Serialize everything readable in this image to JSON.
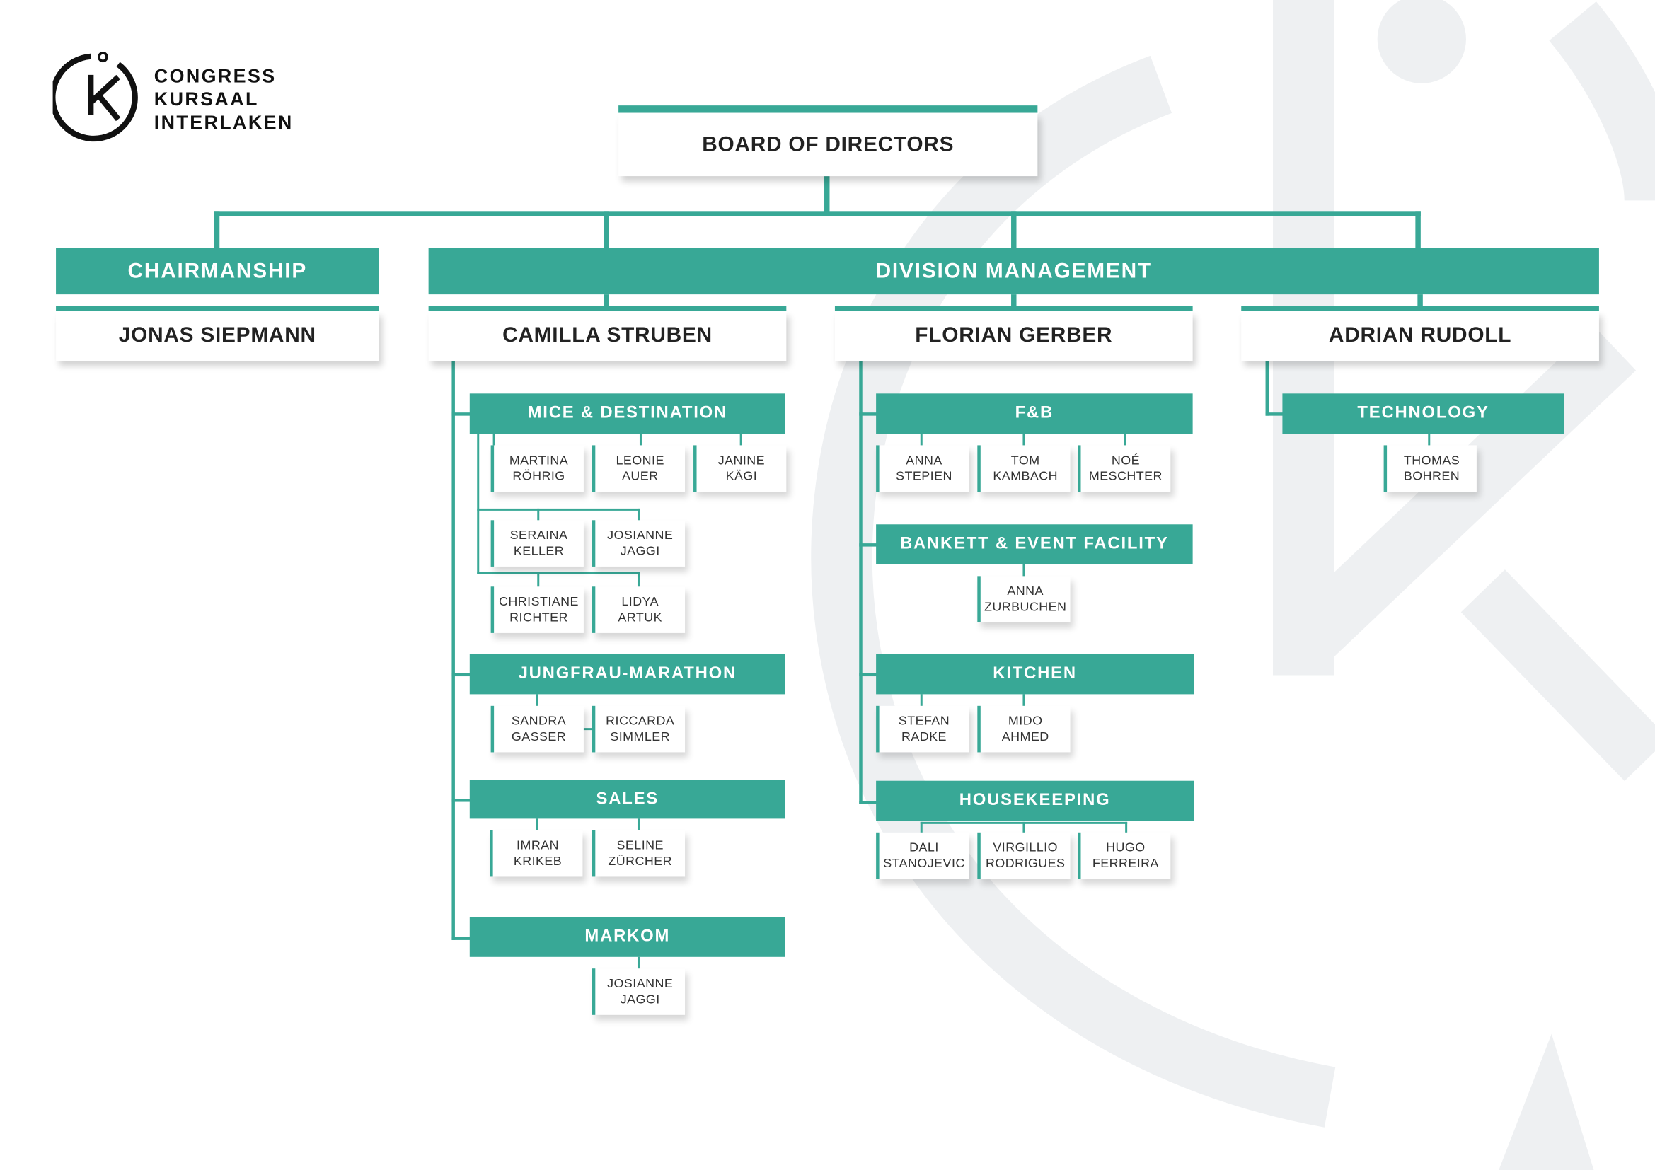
{
  "colors": {
    "accent": "#38a896",
    "watermark": "#eef0f2",
    "text": "#222222"
  },
  "logo": {
    "line1": "CONGRESS",
    "line2": "KURSAAL",
    "line3": "INTERLAKEN"
  },
  "board": {
    "label": "BOARD OF DIRECTORS"
  },
  "chairmanship": {
    "label": "CHAIRMANSHIP",
    "person": "JONAS SIEPMANN"
  },
  "division": {
    "label": "DIVISION MANAGEMENT"
  },
  "managers": {
    "camilla": "CAMILLA STRUBEN",
    "florian": "FLORIAN GERBER",
    "adrian": "ADRIAN RUDOLL"
  },
  "departments": {
    "mice": {
      "label": "MICE & DESTINATION",
      "people": [
        [
          "MARTINA",
          "RÖHRIG"
        ],
        [
          "LEONIE",
          "AUER"
        ],
        [
          "JANINE",
          "KÄGI"
        ],
        [
          "SERAINA",
          "KELLER"
        ],
        [
          "JOSIANNE",
          "JAGGI"
        ],
        [
          "CHRISTIANE",
          "RICHTER"
        ],
        [
          "LIDYA",
          "ARTUK"
        ]
      ]
    },
    "jungfrau": {
      "label": "JUNGFRAU-MARATHON",
      "people": [
        [
          "SANDRA",
          "GASSER"
        ],
        [
          "RICCARDA",
          "SIMMLER"
        ]
      ]
    },
    "sales": {
      "label": "SALES",
      "people": [
        [
          "IMRAN",
          "KRIKEB"
        ],
        [
          "SELINE",
          "ZÜRCHER"
        ]
      ]
    },
    "markom": {
      "label": "MARKOM",
      "people": [
        [
          "JOSIANNE",
          "JAGGI"
        ]
      ]
    },
    "fb": {
      "label": "F&B",
      "people": [
        [
          "ANNA",
          "STEPIEN"
        ],
        [
          "TOM",
          "KAMBACH"
        ],
        [
          "NOÉ",
          "MESCHTER"
        ]
      ]
    },
    "bankett": {
      "label": "BANKETT & EVENT FACILITY",
      "people": [
        [
          "ANNA",
          "ZURBUCHEN"
        ]
      ]
    },
    "kitchen": {
      "label": "KITCHEN",
      "people": [
        [
          "STEFAN",
          "RADKE"
        ],
        [
          "MIDO",
          "AHMED"
        ]
      ]
    },
    "housekeeping": {
      "label": "HOUSEKEEPING",
      "people": [
        [
          "DALI",
          "STANOJEVIC"
        ],
        [
          "VIRGILLIO",
          "RODRIGUES"
        ],
        [
          "HUGO",
          "FERREIRA"
        ]
      ]
    },
    "technology": {
      "label": "TECHNOLOGY",
      "people": [
        [
          "THOMAS",
          "BOHREN"
        ]
      ]
    }
  }
}
